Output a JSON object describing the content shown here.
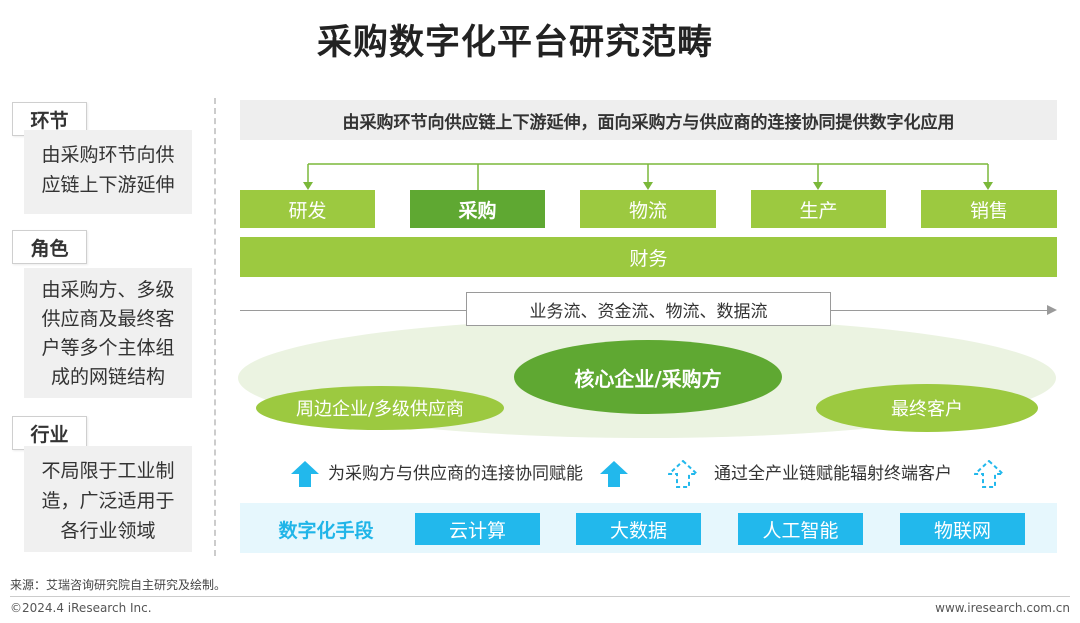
{
  "title": "采购数字化平台研究范畴",
  "sidebar": [
    {
      "label": "环节",
      "text_lines": [
        "由采购环节向供",
        "应链上下游延伸"
      ]
    },
    {
      "label": "角色",
      "text_lines": [
        "由采购方、多级",
        "供应商及最终客",
        "户等多个主体组",
        "成的网链结构"
      ]
    },
    {
      "label": "行业",
      "text_lines": [
        "不局限于工业制",
        "造，广泛适用于",
        "各行业领域"
      ]
    }
  ],
  "banner": "由采购环节向供应链上下游延伸，面向采购方与供应商的连接协同提供数字化应用",
  "stages": [
    "研发",
    "采购",
    "物流",
    "生产",
    "销售"
  ],
  "active_stage": "采购",
  "finance": "财务",
  "flows": "业务流、资金流、物流、数据流",
  "network": {
    "core": "核心企业/采购方",
    "peripheral": "周边企业/多级供应商",
    "end_customer": "最终客户"
  },
  "empower": {
    "supplier_link": "为采购方与供应商的连接协同赋能",
    "full_chain": "通过全产业链赋能辐射终端客户"
  },
  "digital": {
    "label": "数字化手段",
    "items": [
      "云计算",
      "大数据",
      "人工智能",
      "物联网"
    ]
  },
  "footer": {
    "source": "来源：艾瑞咨询研究院自主研究及绘制。",
    "copyright": "©2024.4 iResearch Inc.",
    "site": "www.iresearch.com.cn"
  },
  "colors": {
    "light_green": "#9cc940",
    "dark_green": "#5fa832",
    "cyan": "#22b8ec",
    "light_cyan": "#e6f7fd",
    "grey_panel": "#f0f0f0"
  },
  "icons": {
    "solid_arrow": "arrow-up-icon",
    "dashed_arrow": "dashed-arrow-up-icon"
  }
}
